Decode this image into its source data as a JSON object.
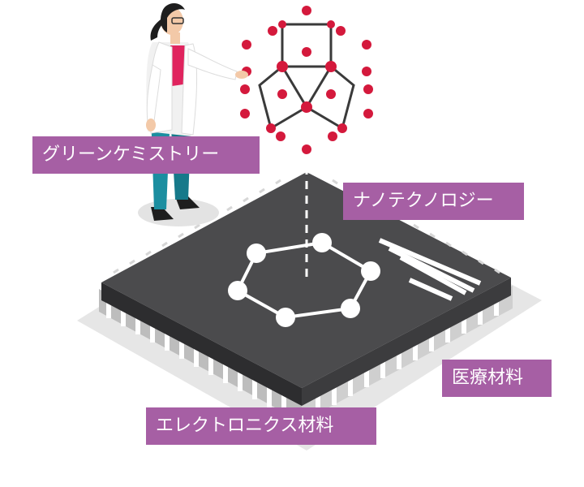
{
  "labels": {
    "green_chemistry": "グリーンケミストリー",
    "nanotechnology": "ナノテクノロジー",
    "medical_materials": "医療材料",
    "electronics_materials": "エレクトロニクス材料"
  },
  "colors": {
    "label_background": "#a65fa4",
    "label_text": "#ffffff",
    "chip_top": "#4b4b4d",
    "chip_pins": "#d6d6d6",
    "shadow": "#e4e4e4",
    "molecule_red": "#d4193c",
    "molecule_line": "#3a3a3a",
    "lab_coat": "#ffffff",
    "shirt": "#e0245e",
    "pants": "#1b8ea0",
    "hair": "#1e1e1e"
  },
  "icons": {
    "scientist": "scientist-figure",
    "floating_molecule": "molecule-structure-icon",
    "chip": "microchip-icon",
    "hexagon_ring": "hexagon-molecule-icon"
  }
}
